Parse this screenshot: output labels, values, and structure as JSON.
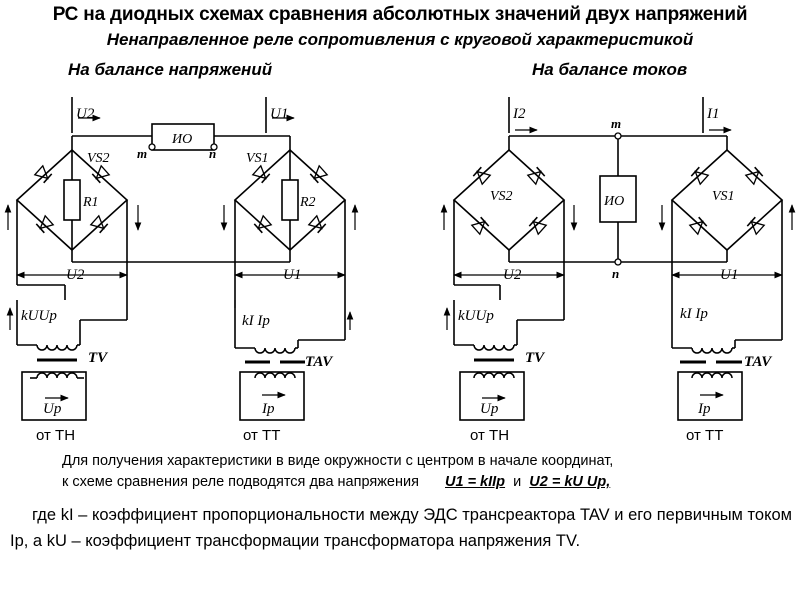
{
  "title": "РС на диодных схемах сравнения абсолютных значений двух напряжений",
  "subtitle": "Ненаправленное реле сопротивления с круговой характеристикой",
  "left_heading": "На балансе напряжений",
  "right_heading": "На балансе токов",
  "left_diagram": {
    "u2_top": "U2",
    "u1_top": "U1",
    "io": "ИО",
    "node_m": "m",
    "node_n": "n",
    "vs2": "VS2",
    "vs1": "VS1",
    "r1": "R1",
    "r2": "R2",
    "u2_bottom": "U2",
    "u1_bottom": "U1",
    "ku_up": "kUUр",
    "ki_ip": "kI Iр",
    "tv": "TV",
    "tav": "TAV",
    "up_source": "Uр",
    "ip_source": "Iр",
    "from_tn": "от ТН",
    "from_tt": "от ТТ"
  },
  "right_diagram": {
    "i2_top": "I2",
    "i1_top": "I1",
    "io": "ИО",
    "node_m": "m",
    "node_n": "n",
    "vs2": "VS2",
    "vs1": "VS1",
    "u2_bottom": "U2",
    "u1_bottom": "U1",
    "ku_up": "kUUр",
    "ki_ip": "kI Iр",
    "tv": "TV",
    "tav": "TAV",
    "up_source": "Uр",
    "ip_source": "Iр",
    "from_tn": "от ТН",
    "from_tt": "от ТТ"
  },
  "paragraph1": {
    "line1": "Для получения характеристики в виде окружности с центром в начале координат,",
    "line2": "к схеме сравнения реле подводятся два напряжения",
    "eq1": "U1 = kIIр",
    "and": "и",
    "eq2": "U2 = kU Uр,"
  },
  "paragraph2": "где kI – коэффициент пропорциональности между ЭДС трансреактора TAV и его первичным током Iр, а kU – коэффициент трансформации трансформатора напряжения TV."
}
